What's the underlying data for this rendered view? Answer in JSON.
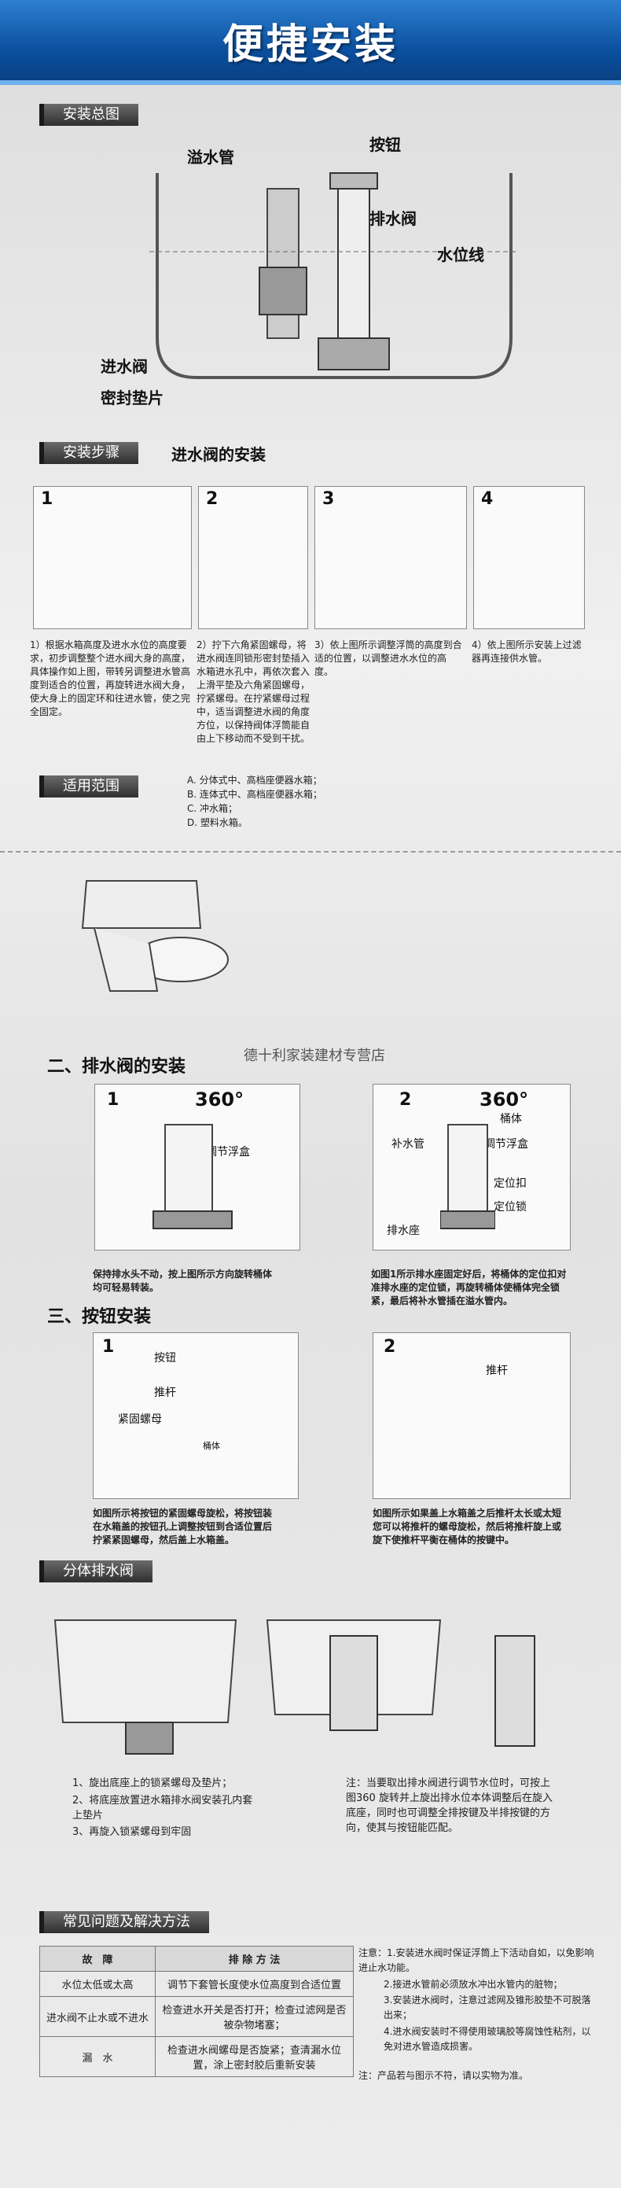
{
  "banner": {
    "title": "便捷安装"
  },
  "overview": {
    "tag": "安装总图",
    "labels": {
      "overflow_pipe": "溢水管",
      "button": "按钮",
      "drain_valve": "排水阀",
      "water_line": "水位线",
      "inlet_valve": "进水阀",
      "seal_gasket": "密封垫片"
    }
  },
  "steps": {
    "tag": "安装步骤",
    "heading": "进水阀的安装",
    "panel_numbers": [
      "1",
      "2",
      "3",
      "4"
    ],
    "captions": [
      "1）根据水箱高度及进水水位的高度要求，初步调整整个进水阀大身的高度，具体操作如上图，带转另调整进水管高度到适合的位置，再旋转进水阀大身，使大身上的固定环和往进水管，使之完全固定。",
      "2）拧下六角紧固螺母，将进水阀连同锁形密封垫插入水箱进水孔中，再依次套入上滑平垫及六角紧固螺母，拧紧螺母。在拧紧螺母过程中，适当调整进水阀的角度方位，以保持阀体浮筒能自由上下移动而不受到干扰。",
      "3）依上图所示调整浮筒的高度到合适的位置，以调整进水水位的高度。",
      "4）依上图所示安装上过滤器再连接供水管。"
    ]
  },
  "scope": {
    "tag": "适用范围",
    "items": [
      "A. 分体式中、高档座便器水箱；",
      "B. 连体式中、高档座便器水箱；",
      "C. 冲水箱；",
      "D. 塑料水箱。"
    ]
  },
  "drain": {
    "heading": "二、排水阀的安装",
    "watermark": "德十利家装建材专营店",
    "deg1": "360°",
    "deg2": "360°",
    "labels": {
      "adjust_float": "调节浮盒",
      "refill_pipe": "补水管",
      "body": "桶体",
      "adjust_float2": "调节浮盒",
      "position_buckle": "定位扣",
      "position_lock": "定位锁",
      "drain_seat": "排水座"
    },
    "caption1": "保持排水头不动，按上图所示方向旋转桶体均可轻易转装。",
    "caption2": "如图1所示排水座固定好后，将桶体的定位扣对准排水座的定位锁，再旋转桶体使桶体完全锁紧，最后将补水管插在溢水管内。"
  },
  "button": {
    "heading": "三、按钮安装",
    "labels": {
      "button": "按钮",
      "push_rod": "推杆",
      "nut": "紧固螺母",
      "body": "桶体",
      "push_rod2": "推杆"
    },
    "caption1": "如图所示将按钮的紧固螺母旋松，将按钮装在水箱盖的按钮孔上调整按钮到合适位置后拧紧紧固螺母，然后盖上水箱盖。",
    "caption2": "如图所示如果盖上水箱盖之后推杆太长或太短您可以将推杆的螺母旋松，然后将推杆旋上或旋下使推杆平衡在桶体的按键中。"
  },
  "split": {
    "tag": "分体排水阀",
    "steps": [
      "1、旋出底座上的锁紧螺母及垫片；",
      "2、将底座放置进水箱排水阀安装孔内套上垫片",
      "3、再旋入锁紧螺母到牢固"
    ],
    "note": "注：当要取出排水阀进行调节水位时，可按上图360 旋转并上旋出排水位本体调整后在旋入底座，同时也可调整全排按键及半排按键的方向，使其与按钮能匹配。"
  },
  "faq": {
    "tag": "常见问题及解决方法",
    "headers": [
      "故　障",
      "排 除 方 法"
    ],
    "rows": [
      {
        "fault": "水位太低或太高",
        "fix": "调节下套管长度使水位高度到合适位置"
      },
      {
        "fault": "进水阀不止水或不进水",
        "fix": "检查进水开关是否打开；检查过滤网是否被杂物堵塞；"
      },
      {
        "fault": "漏　水",
        "fix": "检查进水阀螺母是否旋紧；查清漏水位置，涂上密封胶后重新安装"
      }
    ],
    "notes": [
      "注意：1.安装进水阀时保证浮筒上下活动自如，以免影响进止水功能。",
      "2.接进水管前必须放水冲出水管内的脏物；",
      "3.安装进水阀时，注意过滤网及锥形胶垫不可脱落出来；",
      "4.进水阀安装时不得使用玻璃胶等腐蚀性粘剂，以免对进水管造成损害。",
      "注：产品若与图示不符，请以实物为准。"
    ]
  }
}
